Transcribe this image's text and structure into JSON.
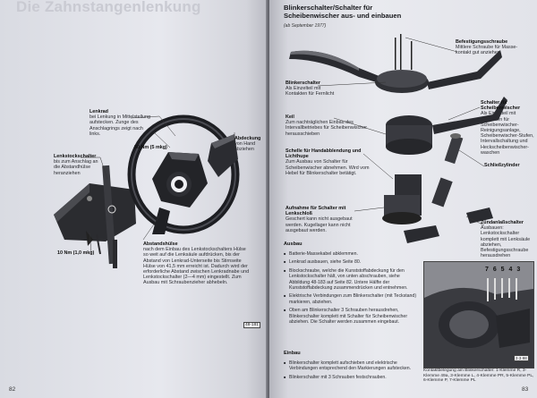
{
  "left": {
    "title": "Die Zahnstangenlenkung",
    "page_number": "82",
    "fig_number": "48-181",
    "labels": {
      "lenkrad_title": "Lenkrad",
      "lenkrad_text": "bei Lenkung in Mittelstellung aufstecken. Zunge des Anschlagrings zeigt nach links.",
      "abdeckung_title": "Abdeckung",
      "abdeckung_text": "von Hand abziehen",
      "lenkstockschalter_title": "Lenkstockschalter",
      "lenkstockschalter_text": "bis zum Anschlag an die Abstandhülse heranziehen",
      "torque_50": "50 Nm (5 mkg)",
      "torque_10": "10 Nm (1,0 mkg)",
      "abstandshuelse_title": "Abstandshülse",
      "abstandshuelse_text": "nach dem Einbau des Lenkstockschalters Hülse so weit auf die Lenksäule aufdrücken, bis der Abstand von Lenkrad-Unterseite bis Stirnseite Hülse von 41,5 mm erreicht ist. Dadurch wird der erforderliche Abstand zwischen Lenkradnabe und Lenkstockschalter (2—4 mm) eingestellt. Zum Ausbau mit Schraubenzieher abhebeln."
    }
  },
  "right": {
    "page_number": "83",
    "heading": "Blinkerschalter/Schalter für Scheibenwischer aus- und einbauen",
    "subheading": "(ab September 1977)",
    "labels": {
      "befestigung_title": "Befestigungsschraube",
      "befestigung_text": "Mittlere Schraube für Masse-kontakt gut anziehen",
      "blinker_title": "Blinkerschalter",
      "blinker_text": "Als Einzelteil mit Kontakten für Fernlicht",
      "keil_title": "Keil",
      "keil_text": "Zum nachträglichen Einbau des Intervallbetriebes für Scheibenwischer heraus­schieben",
      "wischer_title": "Schalter für Scheibenwischer",
      "wischer_text": "Als Einzelteil mit Kontakten für Scheibenwischer-Reinigungsanlage, Scheibenwischer-Stufen, Intervallschaltung und Heckscheibenwischer-waschen",
      "handabb_title": "Schelle für Handabblendung und Lichthupe",
      "handabb_text": "Zum Ausbau von Schalter für Scheibenwischer abnehmen. Wird vom Hebel für Blinkerschalter betätigt.",
      "schliess_title": "Schließzylinder",
      "aufnahme_title": "Aufnahme für Schalter mit Lenkschloß",
      "aufnahme_text": "Geschert kann nicht ausgebaut werden. Kugellager kann nicht ausgebaut werden.",
      "zuend_title": "Zündanlaßschalter",
      "zuend_text": "Ausbauen: Lenkstockschalter komplett mit Lenksäule ab­ziehen, Befestigungsschraube herausdrehen",
      "contact_numbers": "7 6 5 4 3",
      "caption": "Kontaktbelegung am Blinkerschalter: 1-Klemme R, 3-Klemme 49a, 3-Klemme L, 4-Klemme PR, 5-Klemme PL, 6-Klemme P, 7-Klemme PL",
      "fig_tag": "3·3·98"
    },
    "ausbau_head": "Ausbau",
    "ausbau_steps": [
      "Batterie-Massekabel abklemmen.",
      "Lenkrad ausbauen, siehe Seite 80.",
      "Blockschraube, welche die Kunststoffabdeckung für den Lenkstockschalter hält, von unten abschrauben, siehe Abbildung 48-183 auf Seite 82. Untere Hälfte der Kunststoffabdeckung zusammendrücken und entnehmen.",
      "Elektrische Verbindungen zum Blinkerschalter (mit Teckstand) markieren, abziehen.",
      "Oben am Blinkerschalter 3 Schrauben herausdrehen, Blinkerschalter komplett mit Schalter für Scheibenwischer abziehen. Die Schalter werden zusammen eingebaut."
    ],
    "einbau_head": "Einbau",
    "einbau_steps": [
      "Blinkerschalter komplett aufschieben und elektrische Verbindungen entsprechend den Markierungen aufstecken.",
      "Blinkerschalter mit 3 Schrauben festschrauben."
    ]
  }
}
